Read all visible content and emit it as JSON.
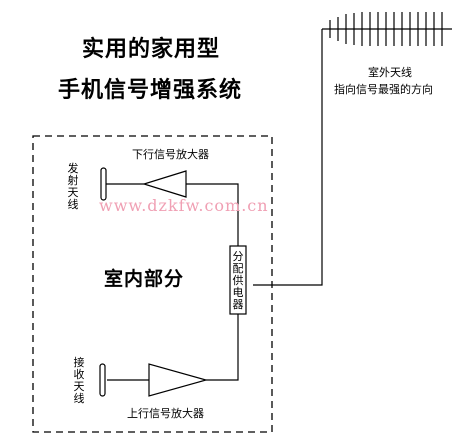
{
  "title": {
    "line1": "实用的家用型",
    "line2": "手机信号增强系统"
  },
  "outdoor_antenna": {
    "label_line1": "室外天线",
    "label_line2": "指向信号最强的方向"
  },
  "indoor": {
    "label": "室内部分"
  },
  "downlink_amplifier": {
    "label": "下行信号放大器"
  },
  "uplink_amplifier": {
    "label": "上行信号放大器"
  },
  "transmit_antenna": {
    "label": "发射天线"
  },
  "receive_antenna": {
    "label": "接收天线"
  },
  "splitter": {
    "label": "分配供电器"
  },
  "watermark": "www.dzkfw.com.cn"
}
